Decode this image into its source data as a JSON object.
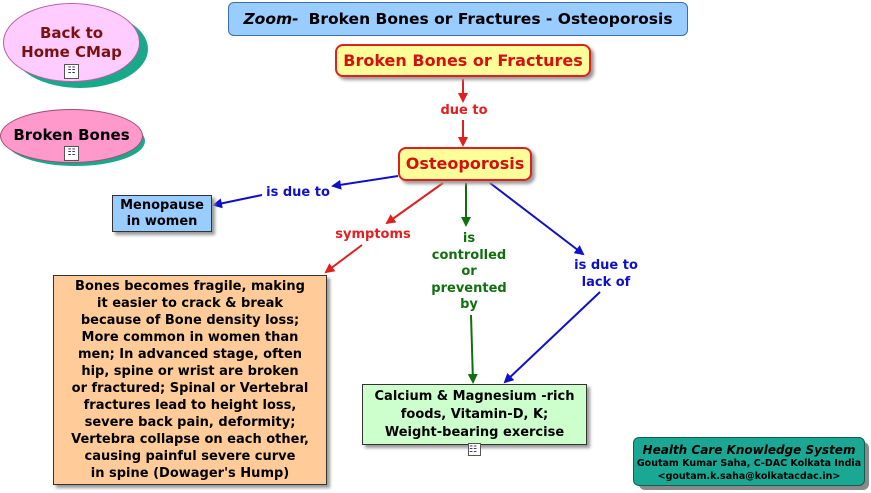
{
  "title": {
    "prefix": "Zoom-",
    "text": "Broken Bones or Fractures - Osteoporosis"
  },
  "nav": {
    "back_home": [
      "Back to",
      "Home CMap"
    ],
    "broken_bones": "Broken Bones",
    "map_icon": "concept-map-icon"
  },
  "concepts": {
    "broken_bones_fractures": "Broken Bones or Fractures",
    "osteoporosis": "Osteoporosis",
    "menopause": [
      "Menopause",
      "in women"
    ],
    "symptoms_detail": [
      "Bones becomes fragile, making",
      "it easier to crack & break",
      "because of Bone density loss;",
      "More common in women than",
      "men; In advanced stage, often",
      "hip, spine or wrist are broken",
      "or fractured; Spinal or Vertebral",
      "fractures lead to height loss,",
      "severe back pain, deformity;",
      "Vertebra collapse on each other,",
      "causing painful severe curve",
      "in spine (Dowager's Hump)"
    ],
    "calcium": [
      "Calcium & Magnesium -rich",
      "foods, Vitamin-D, K;",
      "Weight-bearing exercise"
    ]
  },
  "links": {
    "due_to": "due to",
    "is_due_to": "is due to",
    "symptoms": "symptoms",
    "controlled": [
      "is",
      "controlled",
      "or",
      "prevented",
      "by"
    ],
    "lack_of": [
      "is due to",
      "lack of"
    ]
  },
  "footer": {
    "title": "Health Care Knowledge System",
    "author": "Goutam Kumar Saha, C-DAC Kolkata India",
    "email": "<goutam.k.saha@kolkatacdac.in>"
  },
  "colors": {
    "red": "#e02020",
    "blue": "#1010c8",
    "green": "#107010",
    "yellow": "#ffff99"
  }
}
